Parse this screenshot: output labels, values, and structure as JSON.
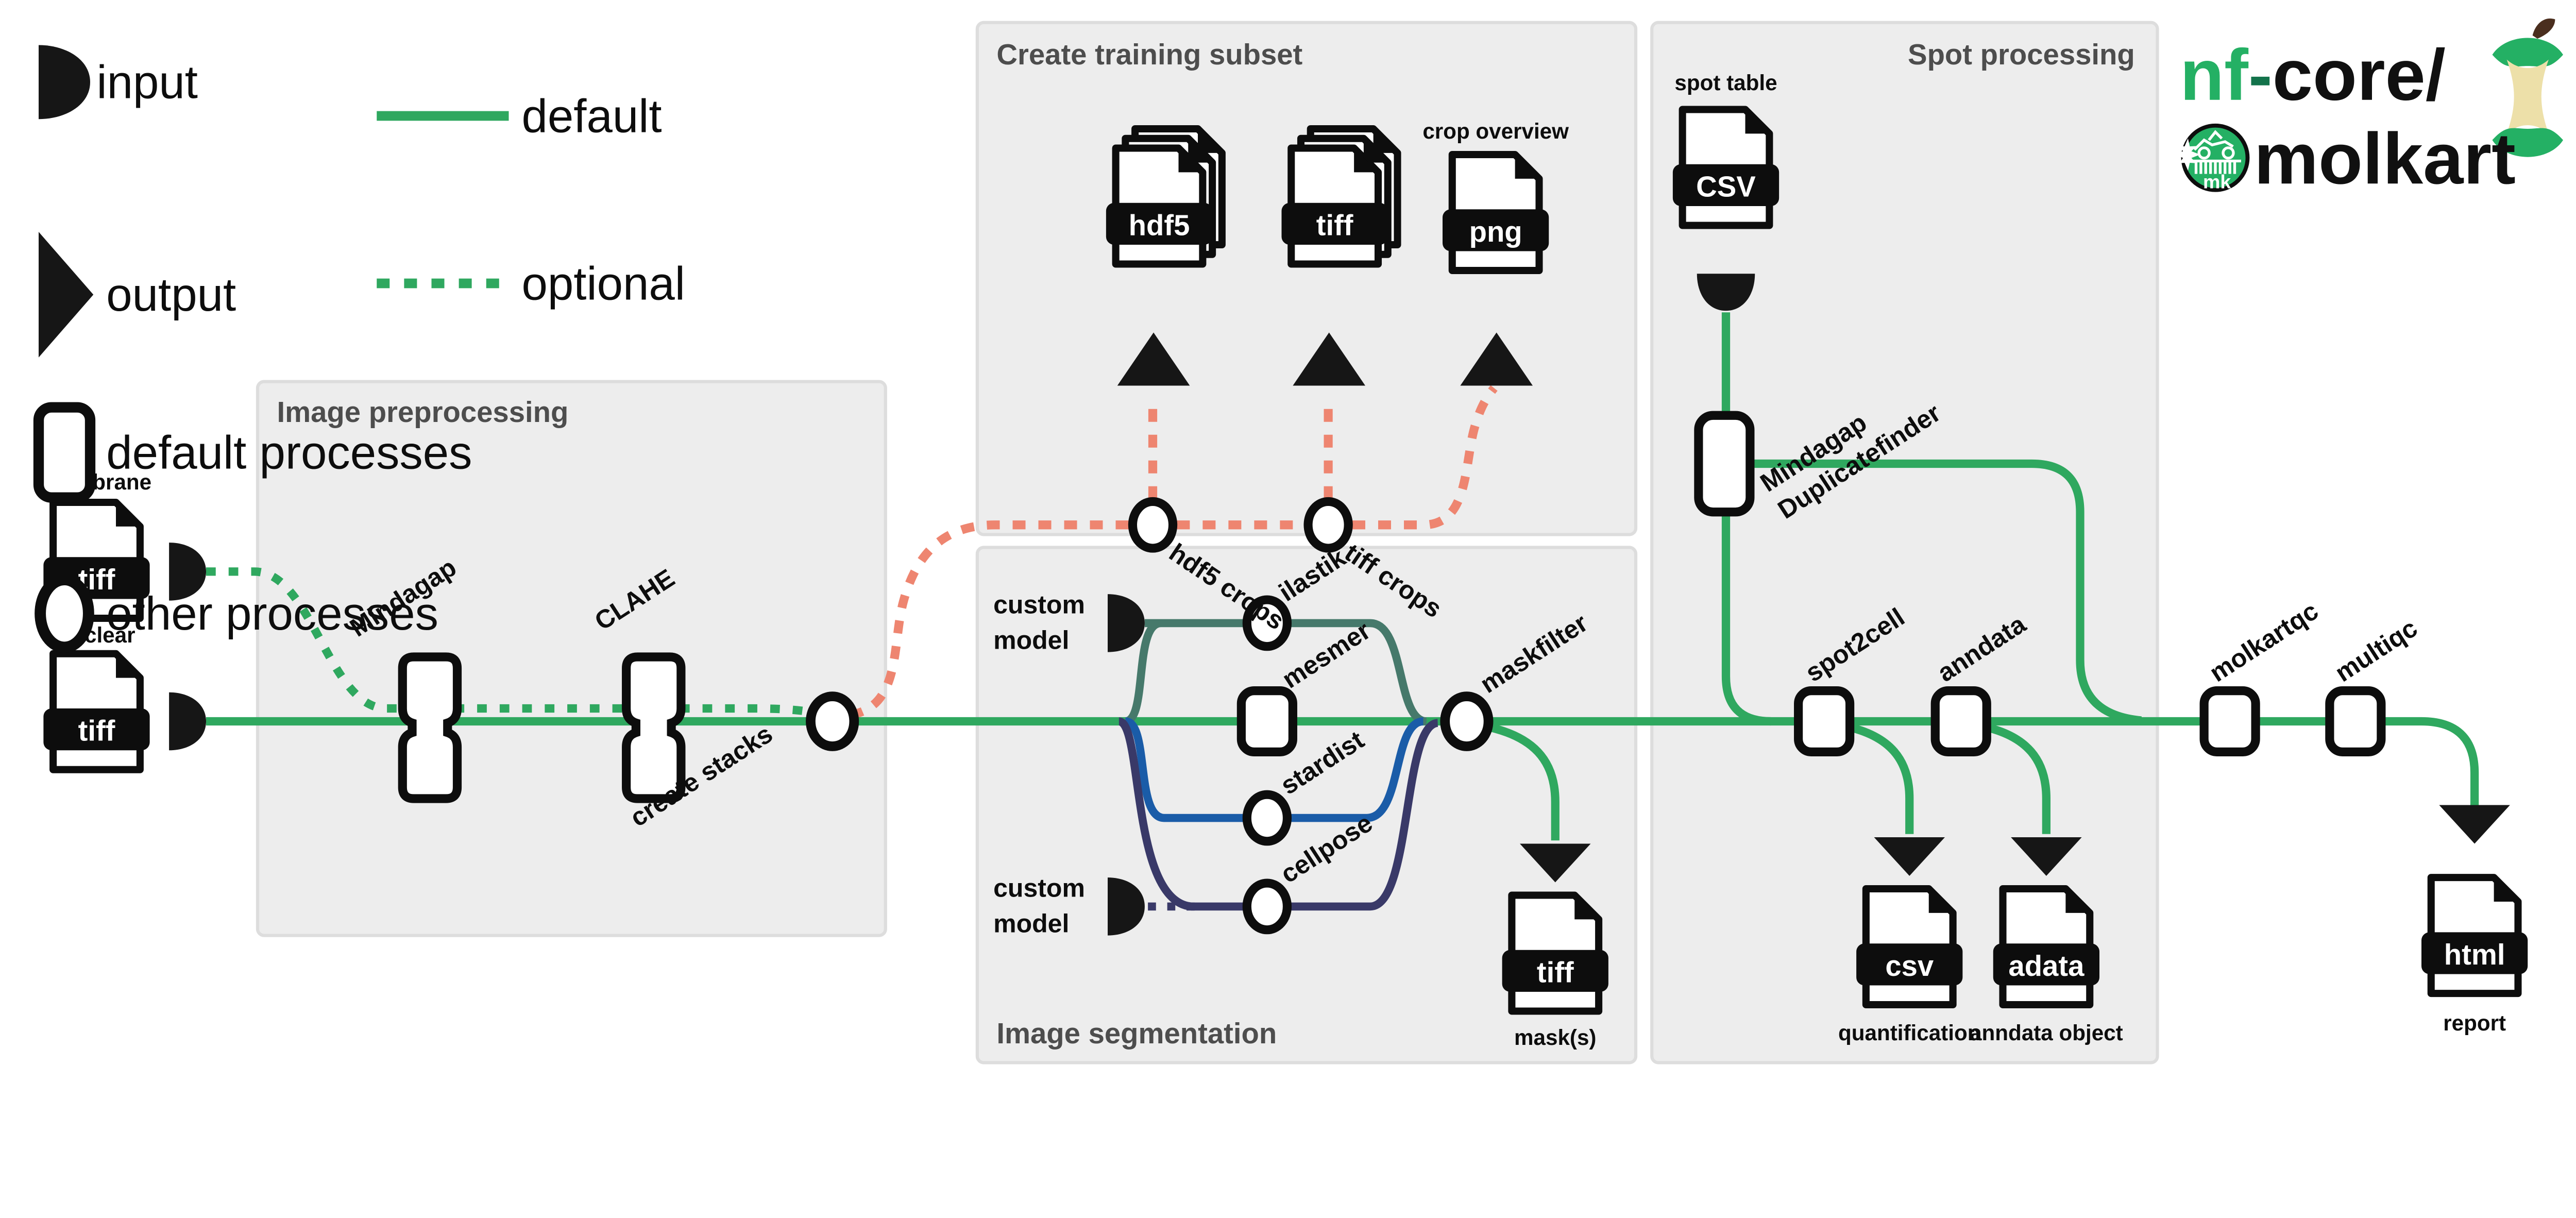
{
  "colors": {
    "green": "#2FA85F",
    "green_dark_logo": "#24B064",
    "salmon": "#EE8570",
    "teal": "#46796B",
    "blue": "#1A5CA8",
    "navy": "#393968",
    "box_fill": "#EDEDED",
    "box_border": "#DDDDDD",
    "title_gray": "#4D4D4D",
    "ink": "#111111",
    "apple_core": "#EDE0A9",
    "stem_brown": "#4A2E1E"
  },
  "legend": {
    "input": "input",
    "output": "output",
    "default_processes": "default processes",
    "other_processes": "other processes",
    "default_line": "default",
    "optional_line": "optional"
  },
  "logo": {
    "prefix_green": "nf",
    "dash": "-",
    "suffix": "core/",
    "name": "molkart",
    "badge": "mk"
  },
  "boxes": {
    "preprocessing": "Image preprocessing",
    "training": "Create training subset",
    "segmentation": "Image segmentation",
    "spot": "Spot processing"
  },
  "inputs": {
    "membrane": {
      "label": "membrane",
      "format": "tiff"
    },
    "nuclear": {
      "label": "nuclear",
      "format": "tiff"
    },
    "spot_table": {
      "label": "spot table",
      "format": "CSV"
    },
    "custom_model_top": {
      "line1": "custom",
      "line2": "model"
    },
    "custom_model_bottom": {
      "line1": "custom",
      "line2": "model"
    }
  },
  "processes": {
    "mindagap": "Mindagap",
    "clahe": "CLAHE",
    "create_stacks": "create stacks",
    "hdf5_crops": "hdf5 crops",
    "tiff_crops": "tiff crops",
    "ilastik": "ilastik",
    "mesmer": "mesmer",
    "stardist": "stardist",
    "cellpose": "cellpose",
    "maskfilter": "maskfilter",
    "duplicatefinder": {
      "line1": "Mindagap",
      "line2": "Duplicatefinder"
    },
    "spot2cell": "spot2cell",
    "anndata": "anndata",
    "molkartqc": "molkartqc",
    "multiqc": "multiqc"
  },
  "outputs": {
    "hdf5_file": {
      "format": "hdf5"
    },
    "tiff_file": {
      "format": "tiff"
    },
    "png_file": {
      "format": "png",
      "label": "crop overview"
    },
    "mask_file": {
      "format": "tiff",
      "label": "mask(s)"
    },
    "quant_file": {
      "format": "csv",
      "label": "quantification"
    },
    "adata_file": {
      "format": "adata",
      "label": "anndata object"
    },
    "report_file": {
      "format": "html",
      "label": "report"
    }
  }
}
